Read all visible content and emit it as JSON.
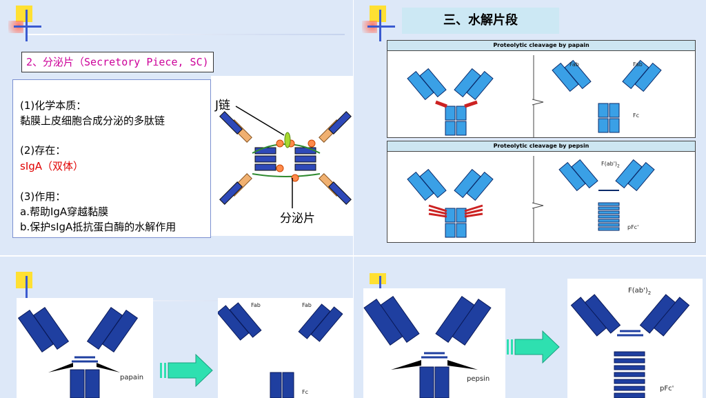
{
  "slide1": {
    "title": "2、分泌片（Secretory  Piece, SC)",
    "properties": [
      {
        "heading": "(1)化学本质：",
        "lines": [
          {
            "text": "黏膜上皮细胞合成分泌的多肽链",
            "color": "#000000"
          }
        ]
      },
      {
        "heading": "(2)存在：",
        "lines": [
          {
            "text": "sIgA（双体）",
            "color": "#e00000"
          }
        ]
      },
      {
        "heading": "(3)作用：",
        "lines": [
          {
            "text": "a.帮助IgA穿越黏膜",
            "color": "#000000"
          },
          {
            "text": "b.保护sIgA抵抗蛋白酶的水解作用",
            "color": "#000000"
          }
        ]
      }
    ],
    "diagram": {
      "j_chain_label": "J链",
      "secretory_piece_label": "分泌片"
    }
  },
  "slide2": {
    "title": "三、水解片段",
    "papain_panel": {
      "header": "Proteolytic cleavage by papain",
      "fab_label": "Fab",
      "fc_label": "Fc"
    },
    "pepsin_panel": {
      "header": "Proteolytic cleavage by pepsin",
      "fab2_label": "F(ab')",
      "fab2_sub": "2",
      "pfc_label": "pFc'"
    }
  },
  "slide3": {
    "enzyme_label": "papain",
    "fab_label": "Fab",
    "fc_label": "Fc"
  },
  "slide4": {
    "enzyme_label": "pepsin",
    "fab2_label": "F(ab')",
    "fab2_sub": "2",
    "pfc_label": "pFc'"
  },
  "colors": {
    "slide_bg": "#dde8f8",
    "title_magenta": "#cc0099",
    "antibody_blue": "#1f3fa0",
    "antibody_light": "#3aa0e6",
    "arrow_green": "#2ee0b0",
    "deco_yellow": "#ffe033",
    "deco_red": "#e8503a",
    "deco_blue": "#3a5ad0"
  }
}
